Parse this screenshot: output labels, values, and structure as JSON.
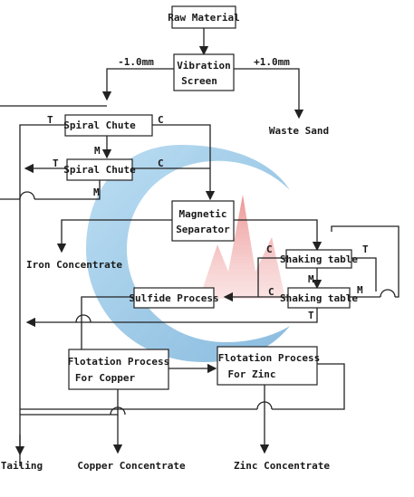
{
  "diagram": {
    "nodes": {
      "raw_material": "Raw Material",
      "vibration_screen": [
        "Vibration",
        "Screen"
      ],
      "spiral_chute_1": "Spiral Chute",
      "spiral_chute_2": "Spiral Chute",
      "magnetic_separator": [
        "Magnetic",
        "Separator"
      ],
      "shaking_table_1": "Shaking table",
      "shaking_table_2": "Shaking table",
      "sulfide_process": "Sulfide Process",
      "flotation_copper": [
        "Flotation Process",
        "For Copper"
      ],
      "flotation_zinc": [
        "Flotation Process",
        "For Zinc"
      ]
    },
    "outputs": {
      "waste_sand": "Waste Sand",
      "iron_concentrate": "Iron Concentrate",
      "tailing": "Tailing",
      "copper_concentrate": "Copper Concentrate",
      "zinc_concentrate": "Zinc Concentrate"
    },
    "edge_labels": {
      "minus_1mm": "-1.0mm",
      "plus_1mm": "+1.0mm",
      "t": "T",
      "c": "C",
      "m": "M"
    },
    "watermark_colors": {
      "arc": "#5aa9d6",
      "peak": "#e57d7d"
    }
  }
}
